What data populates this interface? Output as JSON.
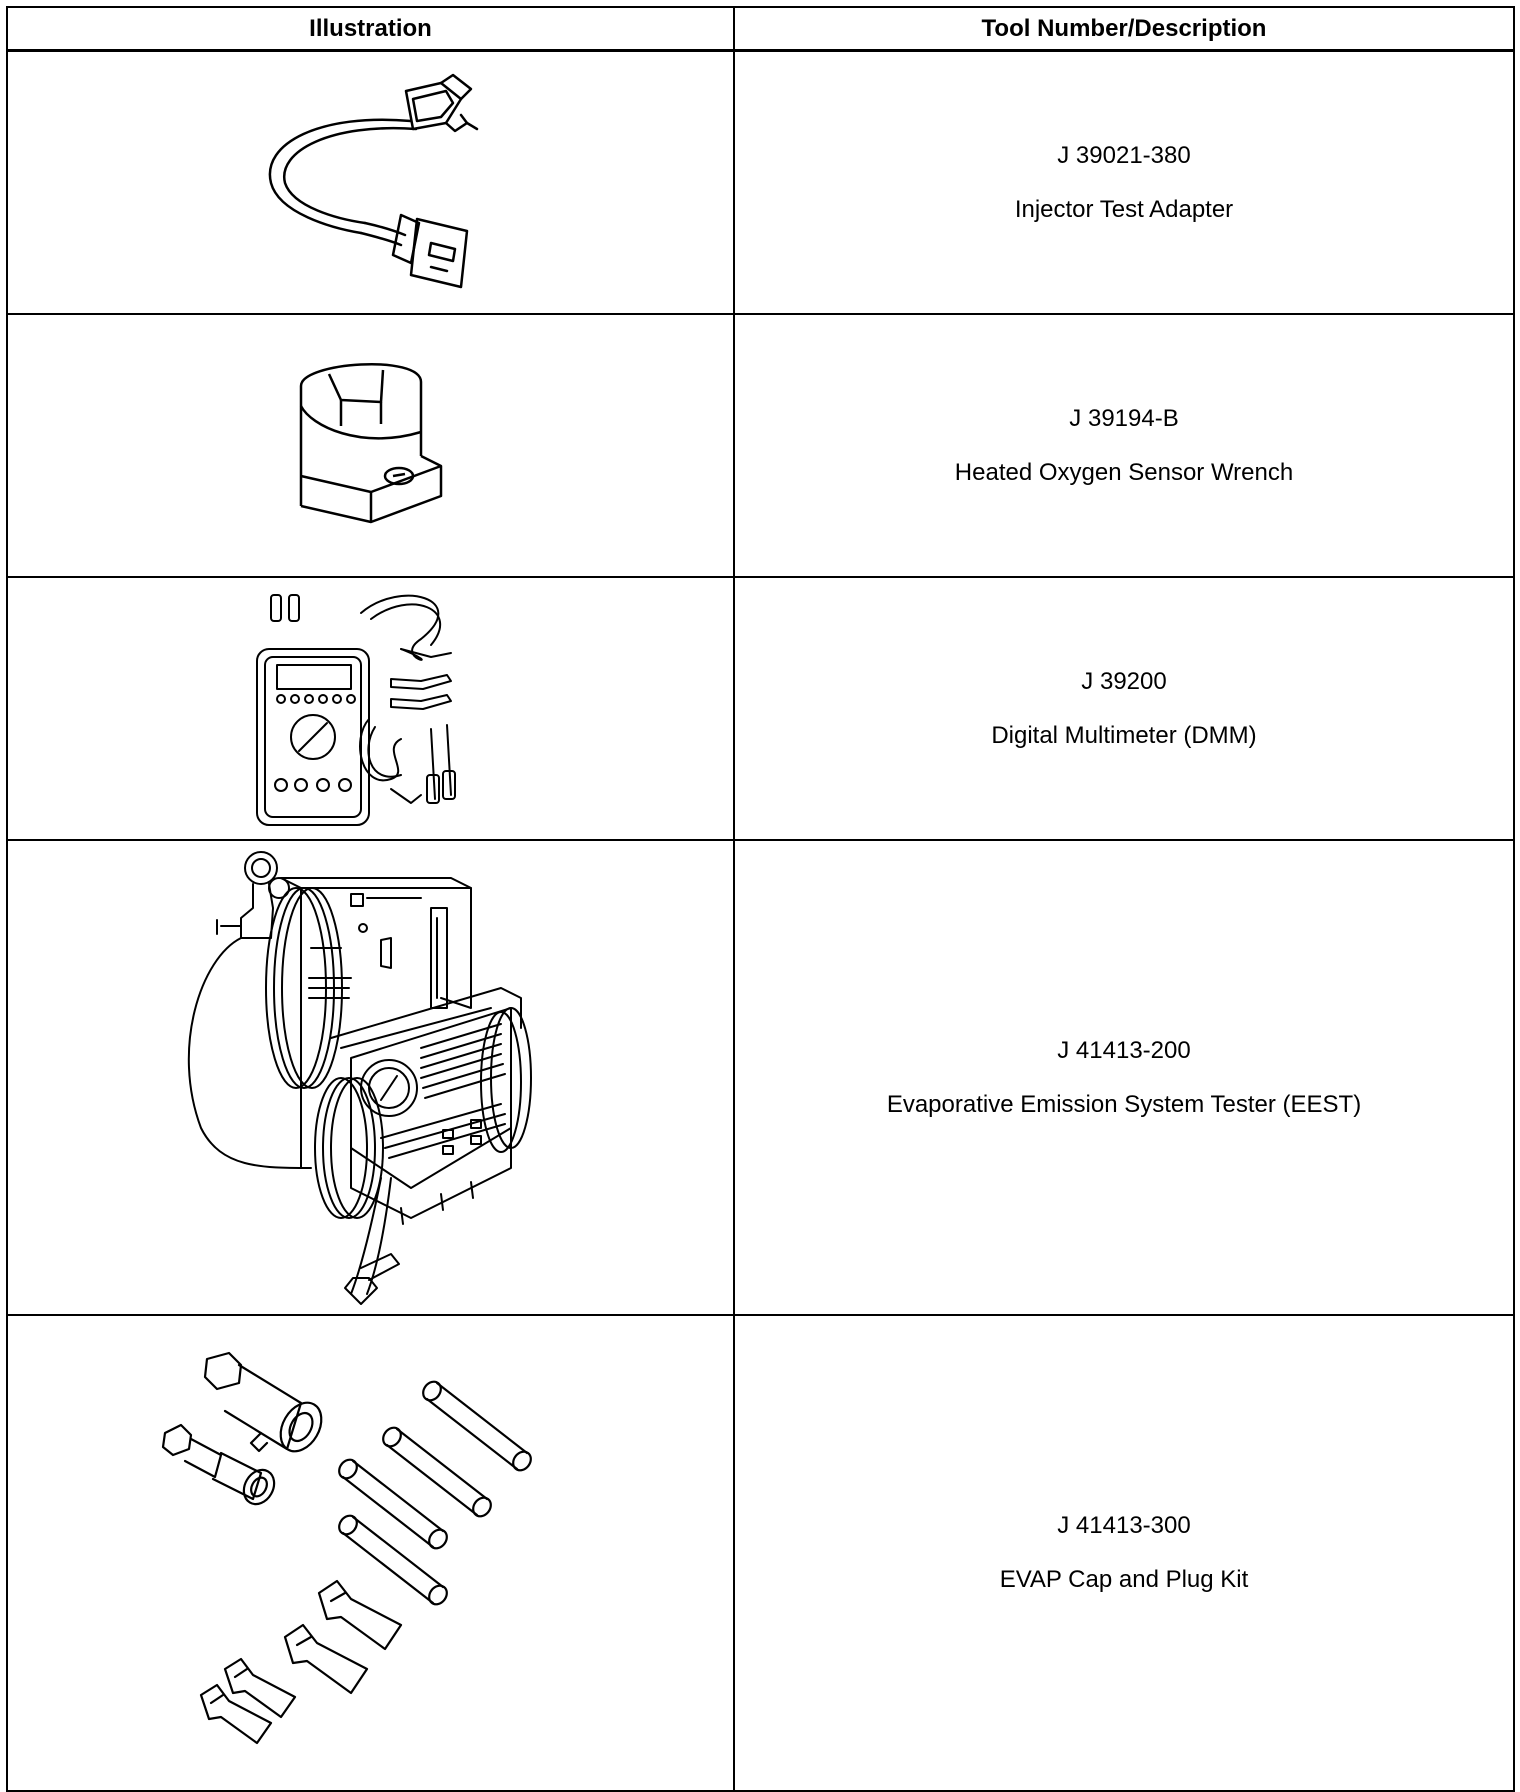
{
  "header": {
    "illustration": "Illustration",
    "tool": "Tool Number/Description"
  },
  "rows": [
    {
      "number": "J 39021-380",
      "description": "Injector Test Adapter",
      "icon": "injector-test-adapter-icon"
    },
    {
      "number": "J 39194-B",
      "description": "Heated Oxygen Sensor Wrench",
      "icon": "oxygen-sensor-wrench-icon"
    },
    {
      "number": "J 39200",
      "description": "Digital Multimeter (DMM)",
      "icon": "digital-multimeter-icon"
    },
    {
      "number": "J 41413-200",
      "description": "Evaporative Emission System Tester (EEST)",
      "icon": "evap-tester-icon"
    },
    {
      "number": "J 41413-300",
      "description": "EVAP Cap and Plug Kit",
      "icon": "evap-cap-plug-kit-icon"
    }
  ]
}
